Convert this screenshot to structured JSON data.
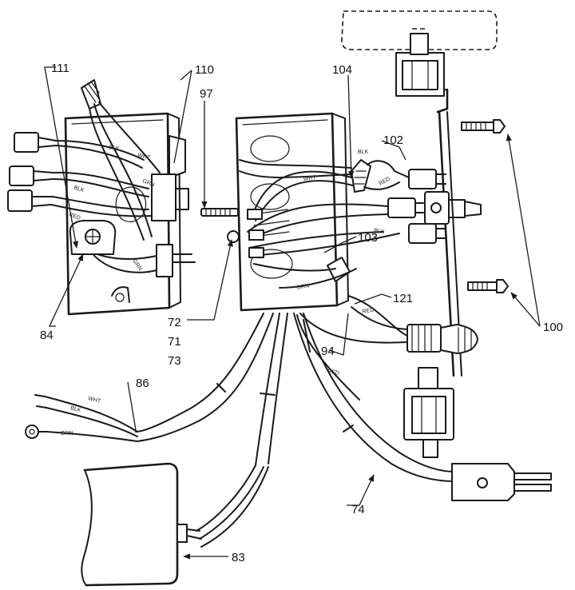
{
  "callouts": {
    "c111": "111",
    "c110": "110",
    "c97": "97",
    "c104": "104",
    "c102": "102",
    "c103": "103",
    "c121": "121",
    "c84": "84",
    "c72": "72",
    "c71": "71",
    "c73": "73",
    "c94": "94",
    "c86": "86",
    "c100": "100",
    "c74": "74",
    "c83": "83"
  },
  "wire_labels": {
    "blk": "BLK",
    "wht": "WHT",
    "grn": "GRN",
    "red": "RED"
  }
}
